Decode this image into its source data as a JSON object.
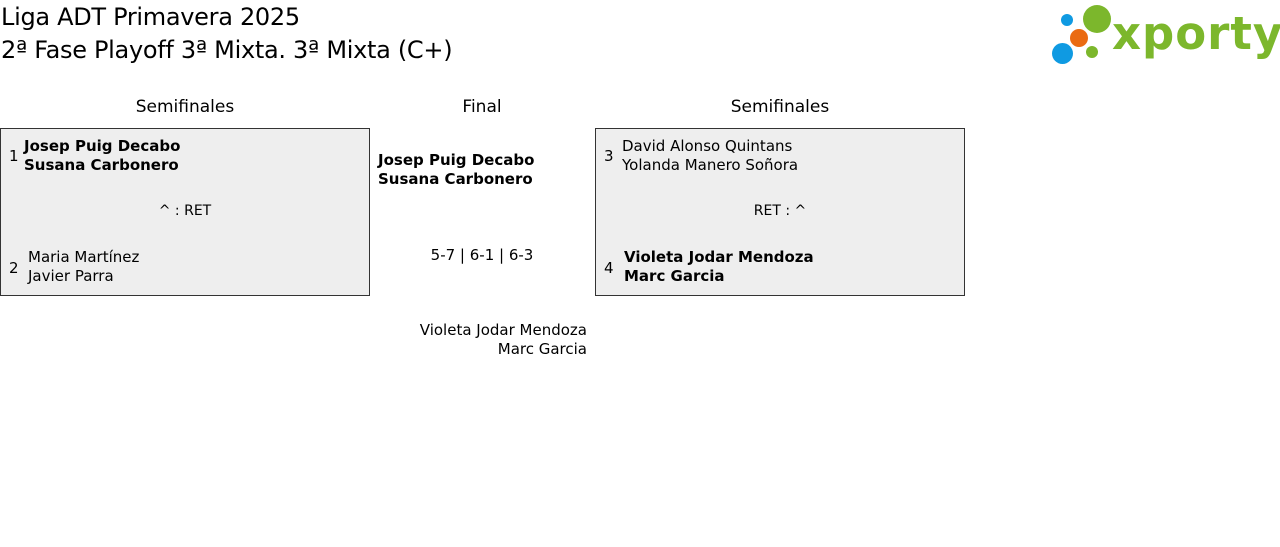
{
  "header": {
    "title_line1": "Liga ADT Primavera 2025",
    "title_line2": "2ª Fase Playoff 3ª Mixta. 3ª Mixta (C+)"
  },
  "logo": {
    "text": "xporty",
    "colors": {
      "green": "#7cb72c",
      "blue": "#0f9ae2",
      "orange": "#ea6b12"
    }
  },
  "left_bracket": {
    "heading": "Semifinales",
    "match": {
      "team1": {
        "seed": "1",
        "player1": "Josep Puig Decabo",
        "player2": "Susana Carbonero",
        "winner": true
      },
      "result": "^ : RET",
      "team2": {
        "seed": "2",
        "player1": "Maria Martínez",
        "player2": "Javier Parra",
        "winner": false
      }
    }
  },
  "final": {
    "heading": "Final",
    "team1": {
      "player1": "Josep Puig Decabo",
      "player2": "Susana Carbonero",
      "winner": true
    },
    "score": "5-7 | 6-1 | 6-3",
    "team2": {
      "player1": "Violeta Jodar Mendoza",
      "player2": "Marc Garcia",
      "winner": false
    }
  },
  "right_bracket": {
    "heading": "Semifinales",
    "match": {
      "team1": {
        "seed": "3",
        "player1": "David Alonso Quintans",
        "player2": "Yolanda Manero Soñora",
        "winner": false
      },
      "result": "RET : ^",
      "team2": {
        "seed": "4",
        "player1": "Violeta Jodar Mendoza",
        "player2": "Marc Garcia",
        "winner": true
      }
    }
  },
  "colors": {
    "match_background": "#eeeeee",
    "match_border": "#333333",
    "text": "#000000"
  }
}
